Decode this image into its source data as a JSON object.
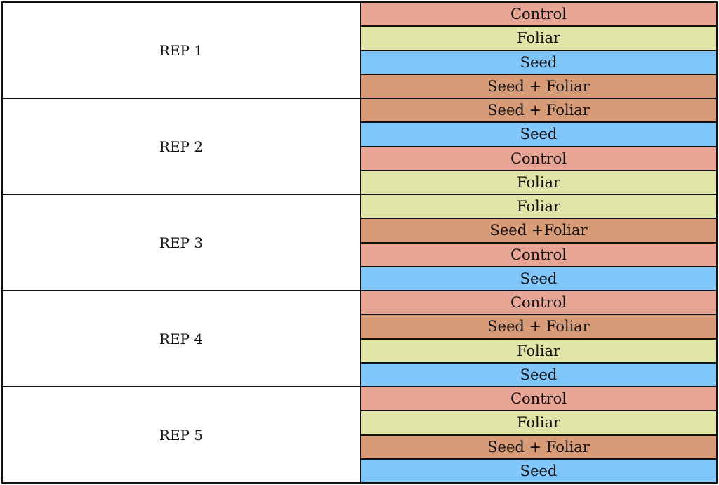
{
  "colors": {
    "control": "#e8a596",
    "foliar": "#dfe6a7",
    "seed": "#80c6fb",
    "seed_foliar": "#d89b78"
  },
  "reps": [
    {
      "label": "REP 1",
      "treatments": [
        {
          "text": "Control",
          "kind": "control"
        },
        {
          "text": "Foliar",
          "kind": "foliar"
        },
        {
          "text": "Seed",
          "kind": "seed"
        },
        {
          "text": "Seed + Foliar",
          "kind": "seedfoliar"
        }
      ]
    },
    {
      "label": "REP 2",
      "treatments": [
        {
          "text": "Seed + Foliar",
          "kind": "seedfoliar"
        },
        {
          "text": "Seed",
          "kind": "seed"
        },
        {
          "text": "Control",
          "kind": "control"
        },
        {
          "text": "Foliar",
          "kind": "foliar"
        }
      ]
    },
    {
      "label": "REP 3",
      "treatments": [
        {
          "text": "Foliar",
          "kind": "foliar"
        },
        {
          "text": "Seed +Foliar",
          "kind": "seedfoliar"
        },
        {
          "text": "Control",
          "kind": "control"
        },
        {
          "text": "Seed",
          "kind": "seed"
        }
      ]
    },
    {
      "label": "REP 4",
      "treatments": [
        {
          "text": "Control",
          "kind": "control"
        },
        {
          "text": "Seed + Foliar",
          "kind": "seedfoliar"
        },
        {
          "text": "Foliar",
          "kind": "foliar"
        },
        {
          "text": "Seed",
          "kind": "seed"
        }
      ]
    },
    {
      "label": "REP 5",
      "treatments": [
        {
          "text": "Control",
          "kind": "control"
        },
        {
          "text": "Foliar",
          "kind": "foliar"
        },
        {
          "text": "Seed + Foliar",
          "kind": "seedfoliar"
        },
        {
          "text": "Seed",
          "kind": "seed"
        }
      ]
    }
  ]
}
